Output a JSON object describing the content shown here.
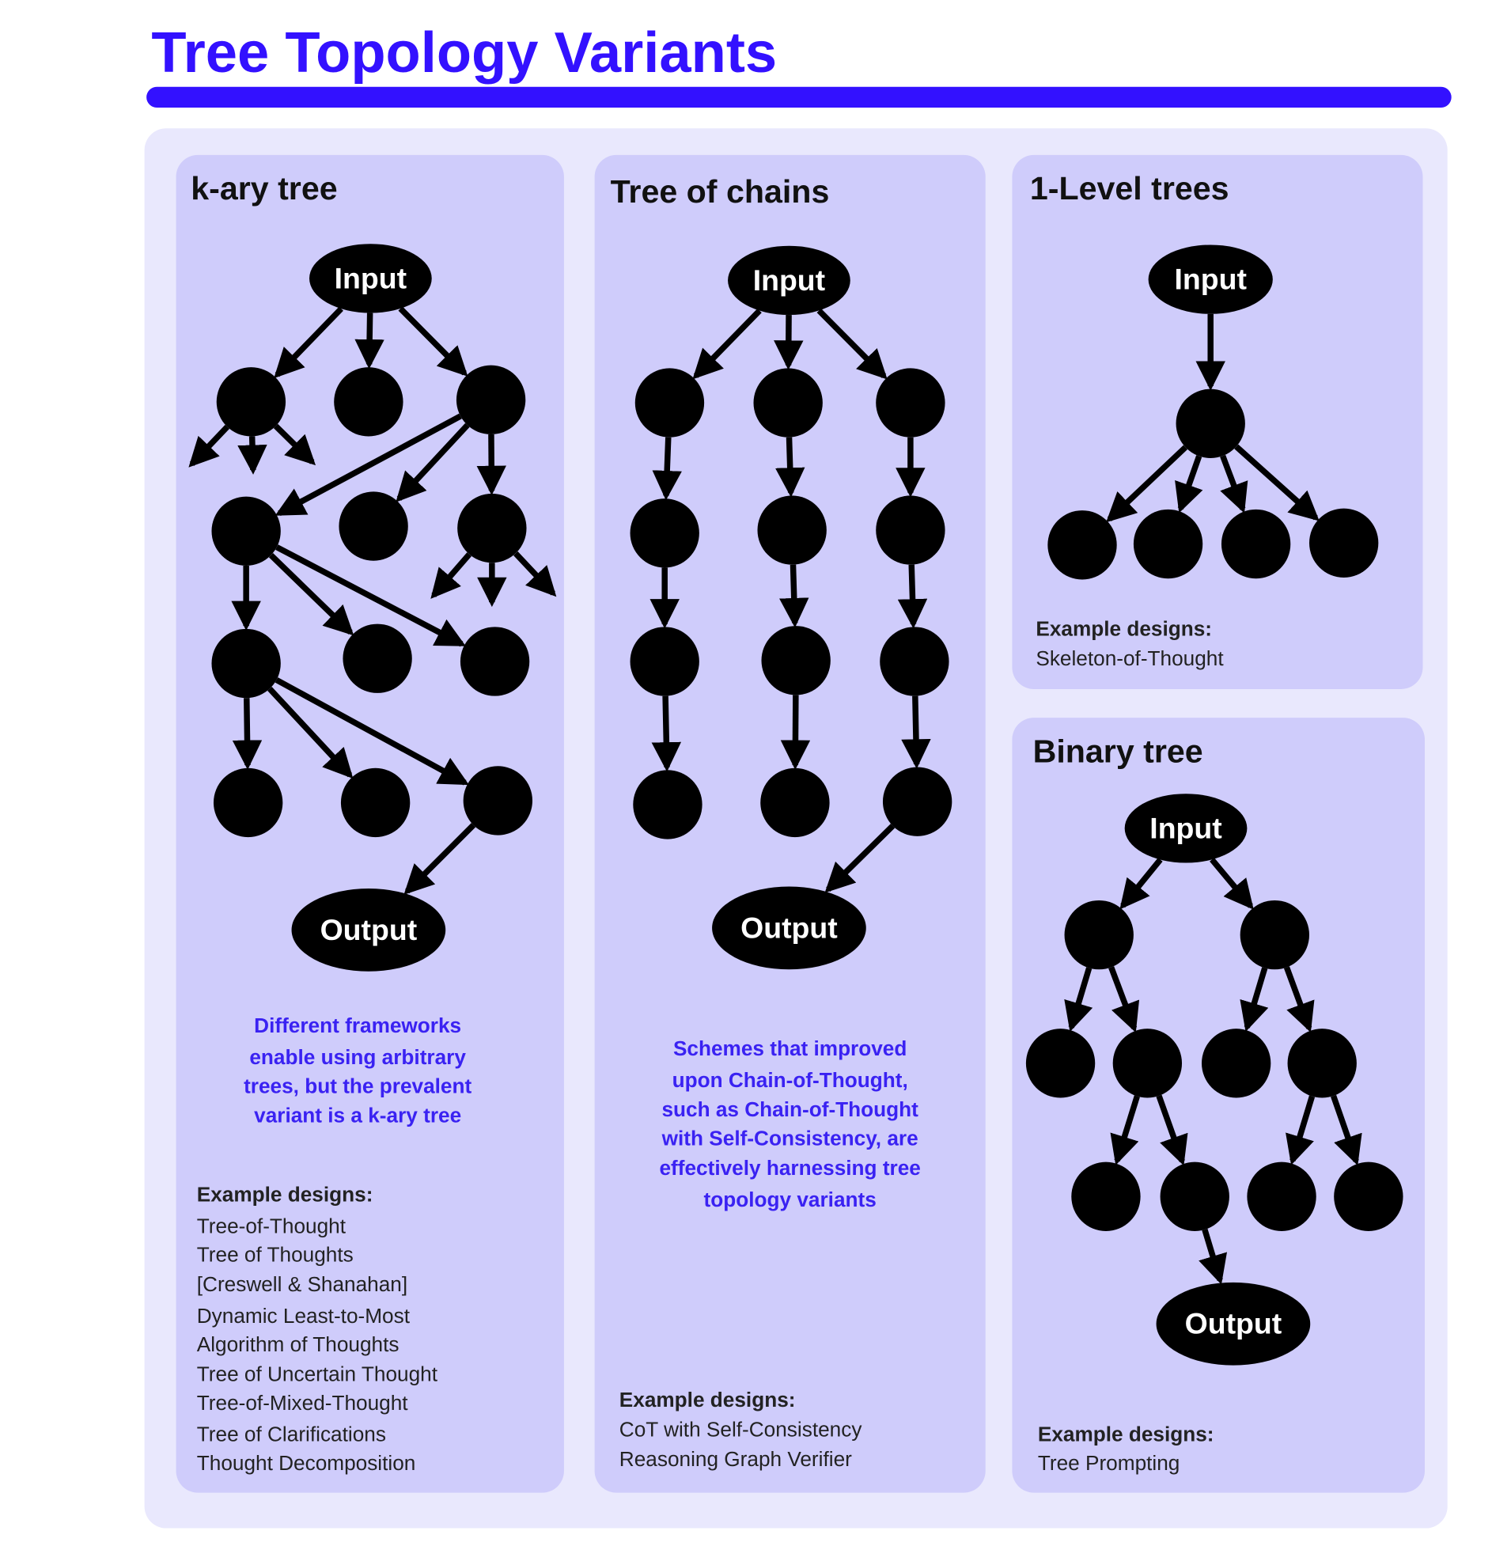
{
  "title": "Tree Topology Variants",
  "colors": {
    "accent": "#3311ff",
    "panel": "#cfccfb",
    "outer": "#e9e8fd",
    "node": "#000000"
  },
  "labels": {
    "input": "Input",
    "output": "Output"
  },
  "panels": {
    "kary": {
      "title": "k-ary tree",
      "note": [
        "Different frameworks",
        "enable using arbitrary",
        "trees, but the prevalent",
        "variant is a k-ary tree"
      ],
      "examples_heading": "Example designs:",
      "examples": [
        "Tree-of-Thought",
        "Tree of Thoughts",
        "[Creswell & Shanahan]",
        "Dynamic Least-to-Most",
        "Algorithm of Thoughts",
        "Tree of Uncertain Thought",
        "Tree-of-Mixed-Thought",
        "Tree of Clarifications",
        "Thought Decomposition"
      ]
    },
    "chains": {
      "title": "Tree of chains",
      "note": [
        "Schemes that improved",
        "upon Chain-of-Thought,",
        "such as Chain-of-Thought",
        "with Self-Consistency, are",
        "effectively harnessing tree",
        "topology variants"
      ],
      "examples_heading": "Example designs:",
      "examples": [
        "CoT with Self-Consistency",
        "Reasoning Graph Verifier"
      ]
    },
    "onelevel": {
      "title": "1-Level trees",
      "examples_heading": "Example designs:",
      "examples": [
        "Skeleton-of-Thought"
      ]
    },
    "binary": {
      "title": "Binary tree",
      "examples_heading": "Example designs:",
      "examples": [
        "Tree Prompting"
      ]
    }
  }
}
